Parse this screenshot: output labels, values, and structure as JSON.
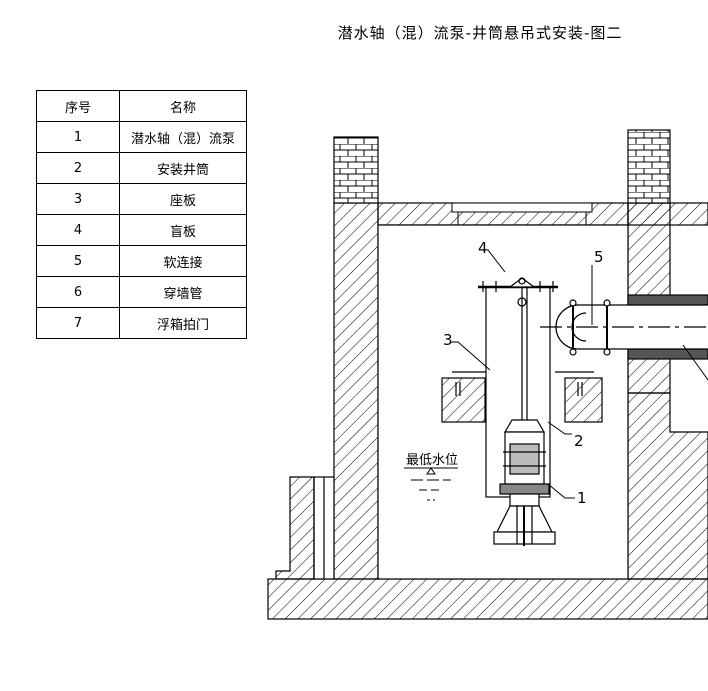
{
  "title": "潜水轴（混）流泵-井筒悬吊式安装-图二",
  "table": {
    "headers": [
      "序号",
      "名称"
    ],
    "rows": [
      {
        "no": "1",
        "name": "潜水轴（混）流泵"
      },
      {
        "no": "2",
        "name": "安装井筒"
      },
      {
        "no": "3",
        "name": "座板"
      },
      {
        "no": "4",
        "name": "盲板"
      },
      {
        "no": "5",
        "name": "软连接"
      },
      {
        "no": "6",
        "name": "穿墙管"
      },
      {
        "no": "7",
        "name": "浮箱拍门"
      }
    ]
  },
  "drawing": {
    "callouts": [
      "1",
      "2",
      "3",
      "4",
      "5"
    ],
    "water_level_label": "最低水位"
  }
}
